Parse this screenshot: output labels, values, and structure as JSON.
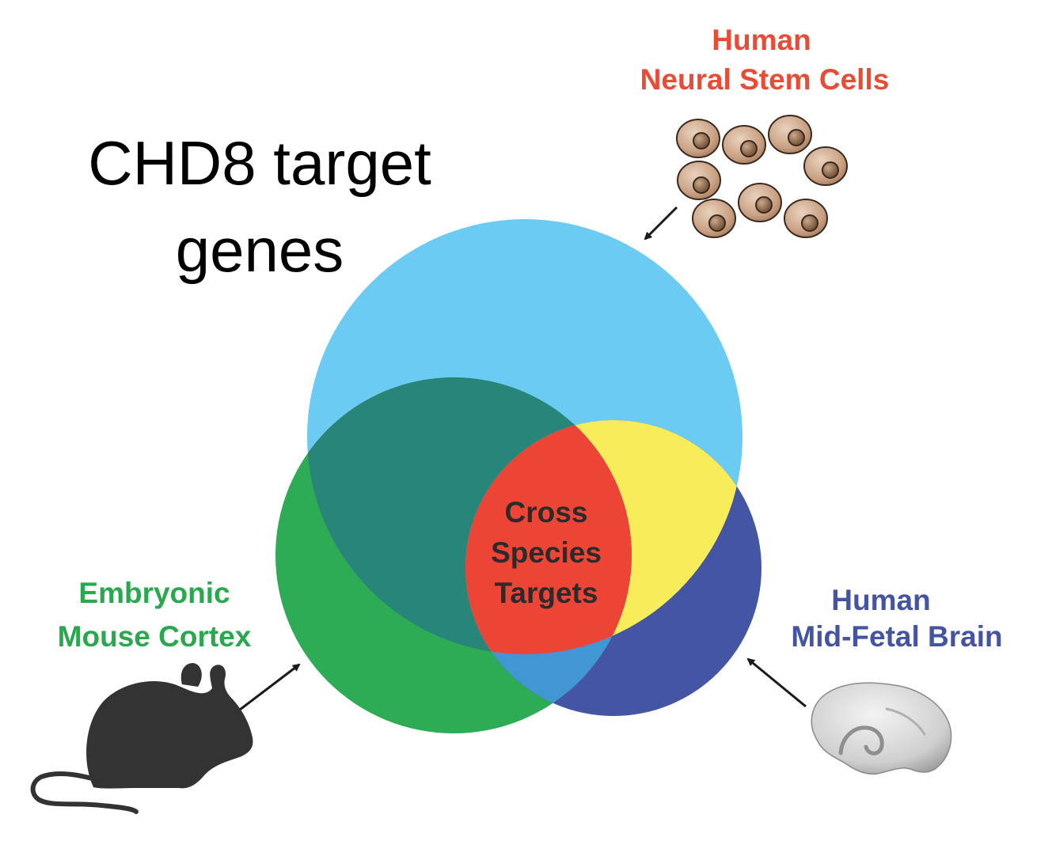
{
  "title": {
    "line1": "CHD8 target",
    "line2": "genes"
  },
  "sets": {
    "human_nsc": {
      "line1": "Human",
      "line2": "Neural Stem Cells",
      "color": "#e94b35"
    },
    "mouse_cortex": {
      "line1": "Embryonic",
      "line2": "Mouse Cortex",
      "color": "#2aa84f"
    },
    "fetal_brain": {
      "line1": "Human",
      "line2": "Mid-Fetal Brain",
      "color": "#4554a0"
    }
  },
  "center": {
    "line1": "Cross",
    "line2": "Species",
    "line3": "Targets"
  },
  "colors": {
    "circle_nsc": "#6ccbf3",
    "circle_mouse": "#2dab55",
    "circle_brain": "#4455a3",
    "overlap_nsc_mouse": "#27857a",
    "overlap_nsc_brain": "#f7ec59",
    "overlap_mouse_brain": "#4197d3",
    "overlap_all": "#ec4536",
    "center_text": "#2b2b2b",
    "title_text": "#000000"
  },
  "icons": {
    "cells": "neural-stem-cells-icon",
    "mouse": "mouse-icon",
    "brain": "brain-icon"
  }
}
